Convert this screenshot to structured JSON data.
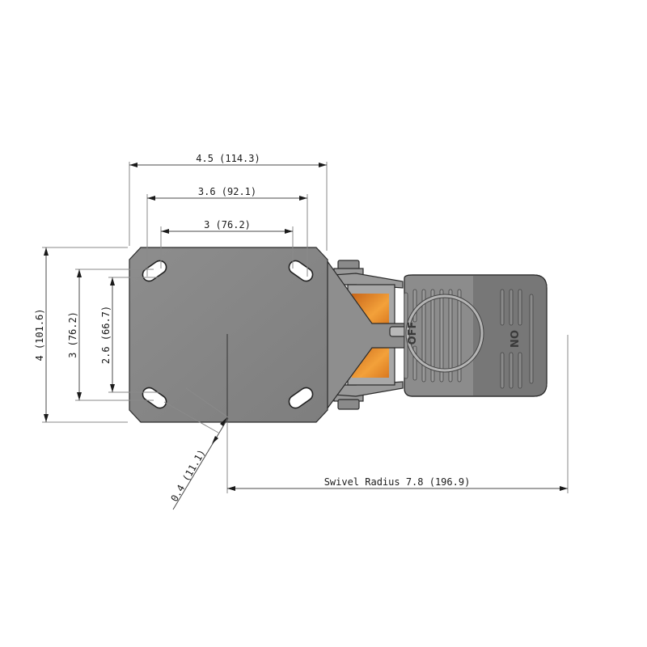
{
  "drawing": {
    "title": "Swivel caster top plate dimension drawing",
    "colors": {
      "plate": "#8c8c8c",
      "plate_dark": "#6f6f6f",
      "outline": "#2b2b2b",
      "wheel": "#e0841f",
      "pedal_light": "#8f8f8f",
      "pedal_dark": "#787878",
      "dimension_line": "#4a4a4a",
      "extension_line": "#8a8a8a"
    },
    "dimensions": {
      "plate_width": "4.5 (114.3)",
      "bolt_spacing_outer_width": "3.6 (92.1)",
      "bolt_spacing_inner_width": "3 (76.2)",
      "plate_height": "4 (101.6)",
      "bolt_spacing_outer_height": "3 (76.2)",
      "bolt_spacing_inner_height": "2.6 (66.7)",
      "offset": "0.4 (11.1)",
      "swivel_radius": "Swivel Radius 7.8 (196.9)"
    },
    "labels": {
      "brake_off": "OFF",
      "brake_on": "ON"
    }
  }
}
